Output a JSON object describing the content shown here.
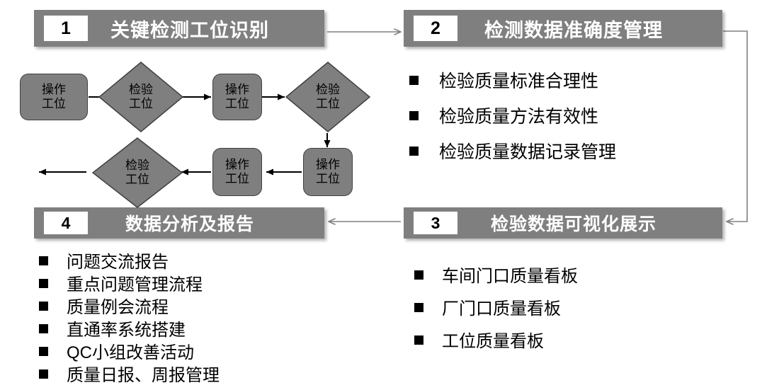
{
  "diagram": {
    "title_implicit": "",
    "colors": {
      "banner_fill": "#7f7f7f",
      "shape_fill": "#7f7f7f",
      "shape_stroke": "#404040",
      "badge_fill": "#ffffff",
      "banner_text": "#ffffff",
      "body_text": "#000000",
      "connector": "#808080",
      "flow_arrow": "#000000",
      "background": "#ffffff"
    }
  },
  "boxes": {
    "box1": {
      "number": "1",
      "title": "关键检测工位识别"
    },
    "box2": {
      "number": "2",
      "title": "检测数据准确度管理"
    },
    "box3": {
      "number": "3",
      "title": "检验数据可视化展示"
    },
    "box4": {
      "number": "4",
      "title": "数据分析及报告"
    }
  },
  "lists": {
    "box2_items": [
      {
        "text": "检验质量标准合理性"
      },
      {
        "text": "检验质量方法有效性"
      },
      {
        "text": "检验质量数据记录管理"
      }
    ],
    "box3_items": [
      {
        "text": "车间门口质量看板"
      },
      {
        "text": "厂门口质量看板"
      },
      {
        "text": "工位质量看板"
      }
    ],
    "box4_items": [
      {
        "text": "问题交流报告"
      },
      {
        "text": "重点问题管理流程"
      },
      {
        "text": "质量例会流程"
      },
      {
        "text": "直通率系统搭建"
      },
      {
        "text": "QC小组改善活动"
      },
      {
        "text": "质量日报、周报管理"
      }
    ]
  },
  "flowchart": {
    "process_label_line1": "操作",
    "process_label_line2": "工位",
    "decision_label_line1": "检验",
    "decision_label_line2": "工位",
    "nodes": [
      {
        "id": "p1",
        "type": "process",
        "line1": "操作",
        "line2": "工位"
      },
      {
        "id": "d1",
        "type": "decision",
        "line1": "检验",
        "line2": "工位"
      },
      {
        "id": "p2",
        "type": "process",
        "line1": "操作",
        "line2": "工位"
      },
      {
        "id": "d2",
        "type": "decision",
        "line1": "检验",
        "line2": "工位"
      },
      {
        "id": "p3",
        "type": "process",
        "line1": "操作",
        "line2": "工位"
      },
      {
        "id": "p4",
        "type": "process",
        "line1": "操作",
        "line2": "工位"
      },
      {
        "id": "d3",
        "type": "decision",
        "line1": "检验",
        "line2": "工位"
      }
    ]
  },
  "connectors": [
    {
      "from": "box1",
      "to": "box2",
      "direction": "right"
    },
    {
      "from": "box2",
      "to": "box3",
      "direction": "down-left"
    },
    {
      "from": "box3",
      "to": "box4",
      "direction": "left"
    }
  ]
}
